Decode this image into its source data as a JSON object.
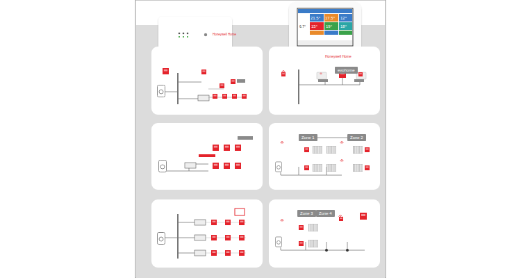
{
  "diagram": {
    "nodes": [
      {
        "text": [
          "evohome"
        ]
      },
      {
        "text": [
          "Zone 1"
        ]
      },
      {
        "text": [
          "Zone 2"
        ]
      },
      {
        "text": [
          "Zone 3"
        ]
      },
      {
        "text": [
          "Zone 4"
        ]
      }
    ],
    "edges": [
      {
        "from": 1,
        "to": 2,
        "arrow": "none"
      },
      {
        "from": 3,
        "to": 4,
        "arrow": "none"
      }
    ],
    "labels": [
      "Honeywell Home",
      "Honeywell Home",
      "21.5°",
      "17.5°",
      "12°",
      "15°",
      "19°",
      "18°",
      "6.7°"
    ]
  }
}
